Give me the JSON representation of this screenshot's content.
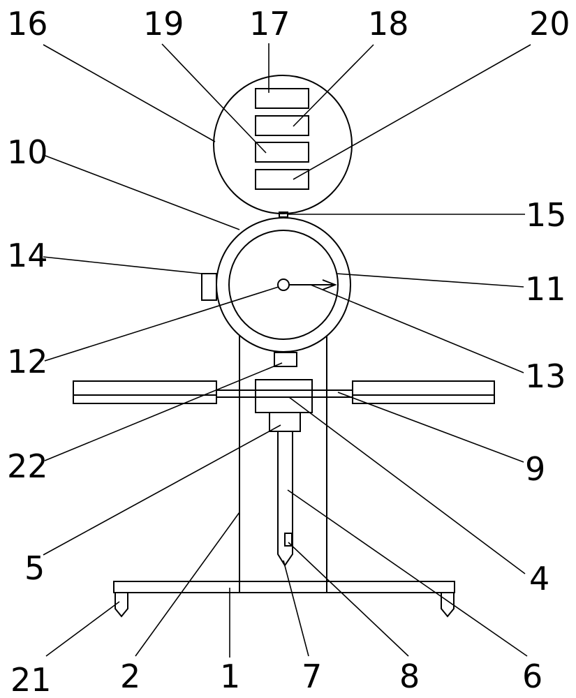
{
  "colors": {
    "line": "#000000",
    "background": "#ffffff"
  },
  "labels": {
    "l1": "1",
    "l2": "2",
    "l4": "4",
    "l5": "5",
    "l6": "6",
    "l7": "7",
    "l8": "8",
    "l9": "9",
    "l10": "10",
    "l11": "11",
    "l12": "12",
    "l13": "13",
    "l14": "14",
    "l15": "15",
    "l16": "16",
    "l17": "17",
    "l18": "18",
    "l19": "19",
    "l20": "20",
    "l21": "21",
    "l22": "22"
  }
}
